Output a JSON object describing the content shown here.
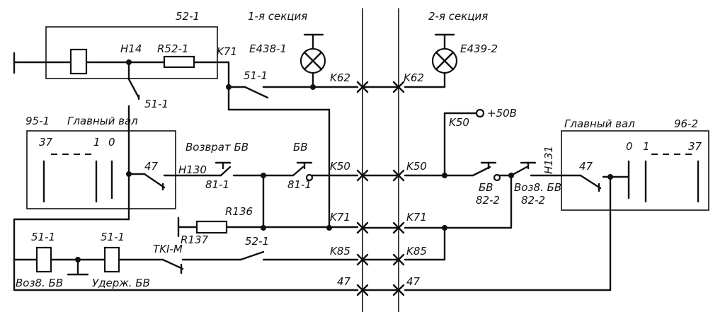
{
  "sections": {
    "section1": "1-я секция",
    "section2": "2-я секция"
  },
  "labels": {
    "relay_52_1": "52-1",
    "node_h14": "H14",
    "resistor_r52_1": "R52-1",
    "wire_k71_top": "K71",
    "lamp_e438": "E438-1",
    "lamp_e439": "E439-2",
    "contact_51_1_top": "51-1",
    "wire_k62_left": "K62",
    "wire_k62_right": "K62",
    "contact_51_1_mid": "51-1",
    "box_95_1": "95-1",
    "main_shaft_left": "Главный вал",
    "pos_37_left": "37",
    "pos_1_left": "1",
    "pos_0_left": "0",
    "contact_47_left": "47",
    "vozvrat_bv": "Возврат БВ",
    "bv_top": "БВ",
    "wire_h130": "H130",
    "button_81_1_a": "81-1",
    "button_81_1_b": "81-1",
    "wire_k50_left": "K50",
    "wire_k50_right": "K50",
    "wire_k50_up": "K50",
    "plus_50v": "+50В",
    "main_shaft_right": "Главный вал",
    "box_96_2": "96-2",
    "wire_h131": "H131",
    "contact_47_right": "47",
    "pos_0_right": "0",
    "pos_1_right": "1",
    "pos_37_right": "37",
    "bv_82_label": "БВ",
    "bv_82_num": "82-2",
    "voz_bv_label": "Воз8. БВ",
    "voz_bv_num": "82-2",
    "resistor_r136": "R136",
    "resistor_r137": "R137",
    "wire_k71_left": "K71",
    "wire_k71_right": "K71",
    "coil_51_1_a": "51-1",
    "coil_51_1_b": "51-1",
    "tki_m": "TKI-M",
    "contact_52_1": "52-1",
    "wire_k85_left": "K85",
    "wire_k85_right": "K85",
    "voz_bv_bottom": "Воз8. БВ",
    "uderzh_bv": "Удерж. БВ",
    "wire_47_left": "47",
    "wire_47_right": "47"
  }
}
